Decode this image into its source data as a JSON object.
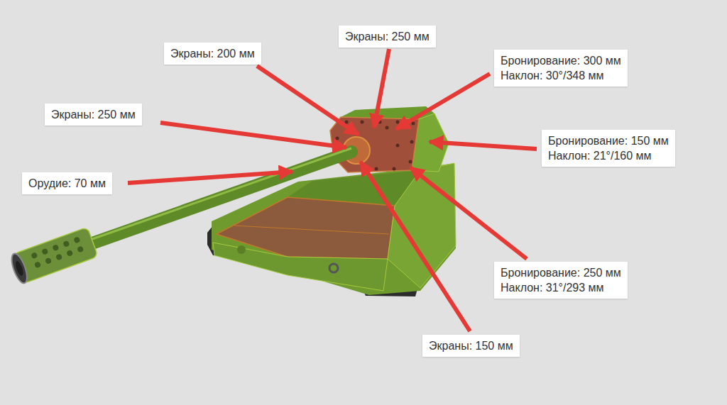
{
  "diagram": {
    "nodes": [
      {
        "text": [
          "Экраны: 250 мм"
        ]
      },
      {
        "text": [
          "Экраны: 200 мм"
        ]
      },
      {
        "text": [
          "Бронирование: 300 мм",
          "Наклон: 30°/348 мм"
        ]
      },
      {
        "text": [
          "Экраны: 250 мм"
        ]
      },
      {
        "text": [
          "Бронирование: 150 мм",
          "Наклон: 21°/160 мм"
        ]
      },
      {
        "text": [
          "Орудие: 70 мм"
        ]
      },
      {
        "text": [
          "Бронирование: 250 мм",
          "Наклон: 31°/293 мм"
        ]
      },
      {
        "text": [
          "Экраны: 150 мм"
        ]
      }
    ]
  }
}
